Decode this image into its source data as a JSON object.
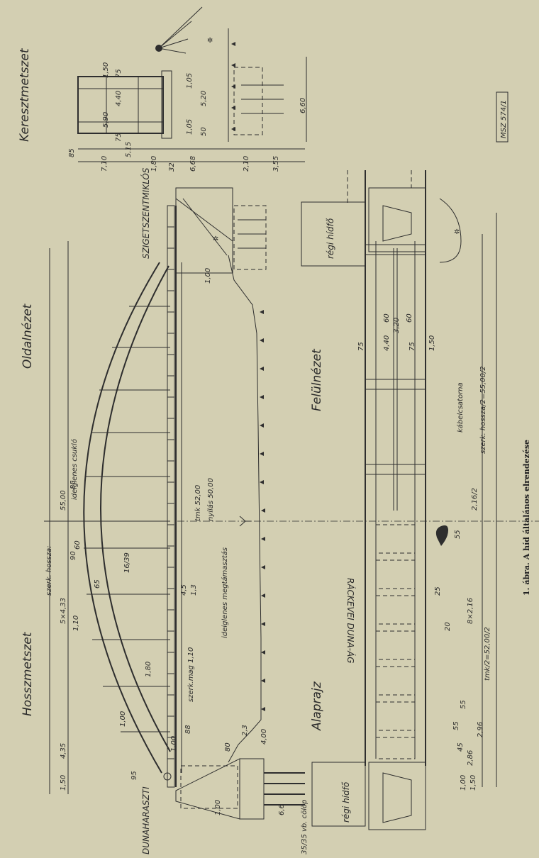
{
  "views": {
    "longitudinal": "Hosszmetszet",
    "side": "Oldalnézet",
    "cross": "Keresztmetszet",
    "top": "Felülnézet",
    "foundation": "Alaprajz"
  },
  "places": {
    "left": "DUNAHARASZTI",
    "right": "SZIGETSZENTMIKLÓS",
    "river": "RÁCKEVEI DUNA-ÁG",
    "old_bridge_left": "régi hídfő",
    "old_bridge_right": "régi hídfő"
  },
  "annotations": {
    "span_length": "szerk. hossza:",
    "temp_joint": "ideiglenes csukló",
    "temp_support": "ideiglenes megtámasztás",
    "structure_height": "szerk.mag 1,10",
    "piles": "35/35 vb. cölöp",
    "cable_duct": "kábelcsatorna",
    "half_length_right": "szerk. hossza/2=55,00/2",
    "half_length_left": "tmk/2=52,00/2",
    "tmk_span": "tmk 52,00",
    "clear_span": "nyílás 50,00",
    "drawing_id": "MSZ 574/1"
  },
  "dims_top": [
    "55,00",
    "5×4,33",
    "4,35",
    "1,50"
  ],
  "dims_arch": [
    "85",
    "60",
    "90",
    "16/39",
    "65",
    "1,10",
    "1,00",
    "1,80"
  ],
  "dims_deck": [
    "4,5",
    "1,3",
    "88",
    "1,00",
    "80",
    "95",
    "1,00",
    "6,6",
    "2,3",
    "4,00",
    "1,00"
  ],
  "dims_cross": [
    "5,90",
    "1,50",
    "75",
    "4,40",
    "75",
    "1,05",
    "5,20",
    "1,05",
    "50",
    "6,60",
    "85",
    "5,15",
    "7,10",
    "1,80",
    "32",
    "6,68",
    "2,10",
    "3,55"
  ],
  "dims_plan": [
    "75",
    "4,40",
    "75",
    "1,50",
    "60",
    "3,20",
    "60",
    "2,16/2",
    "55",
    "25",
    "20",
    "8×2,16",
    "55",
    "2,96",
    "2,86",
    "1,00",
    "1,50",
    "55",
    "45"
  ],
  "caption": "1. ábra. A híd általános elrendezése"
}
